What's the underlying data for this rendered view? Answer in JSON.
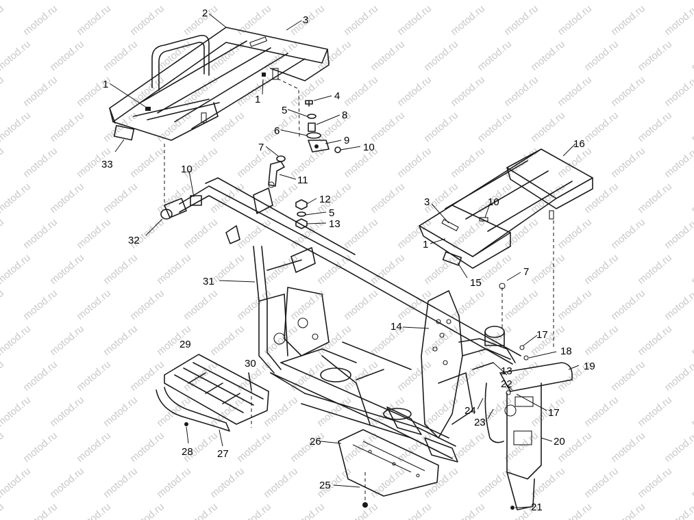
{
  "watermark": {
    "text": "motod.ru"
  },
  "callouts": [
    {
      "id": "c1a",
      "text": "1"
    },
    {
      "id": "c2",
      "text": "2"
    },
    {
      "id": "c3a",
      "text": "3"
    },
    {
      "id": "c1b",
      "text": "1"
    },
    {
      "id": "c4",
      "text": "4"
    },
    {
      "id": "c5a",
      "text": "5"
    },
    {
      "id": "c8",
      "text": "8"
    },
    {
      "id": "c6",
      "text": "6"
    },
    {
      "id": "c9",
      "text": "9"
    },
    {
      "id": "c10a",
      "text": "10"
    },
    {
      "id": "c7a",
      "text": "7"
    },
    {
      "id": "c33",
      "text": "33"
    },
    {
      "id": "c10b",
      "text": "10"
    },
    {
      "id": "c11",
      "text": "11"
    },
    {
      "id": "c12",
      "text": "12"
    },
    {
      "id": "c5b",
      "text": "5"
    },
    {
      "id": "c13a",
      "text": "13"
    },
    {
      "id": "c16",
      "text": "16"
    },
    {
      "id": "c3b",
      "text": "3"
    },
    {
      "id": "c10c",
      "text": "10"
    },
    {
      "id": "c1c",
      "text": "1"
    },
    {
      "id": "c32",
      "text": "32"
    },
    {
      "id": "c15",
      "text": "15"
    },
    {
      "id": "c31",
      "text": "31"
    },
    {
      "id": "c7b",
      "text": "7"
    },
    {
      "id": "c14",
      "text": "14"
    },
    {
      "id": "c17a",
      "text": "17"
    },
    {
      "id": "c29",
      "text": "29"
    },
    {
      "id": "c18",
      "text": "18"
    },
    {
      "id": "c30",
      "text": "30"
    },
    {
      "id": "c13b",
      "text": "13"
    },
    {
      "id": "c19",
      "text": "19"
    },
    {
      "id": "c22",
      "text": "22"
    },
    {
      "id": "c24",
      "text": "24"
    },
    {
      "id": "c23",
      "text": "23"
    },
    {
      "id": "c17b",
      "text": "17"
    },
    {
      "id": "c26",
      "text": "26"
    },
    {
      "id": "c20",
      "text": "20"
    },
    {
      "id": "c28",
      "text": "28"
    },
    {
      "id": "c27",
      "text": "27"
    },
    {
      "id": "c25",
      "text": "25"
    },
    {
      "id": "c21",
      "text": "21"
    }
  ]
}
